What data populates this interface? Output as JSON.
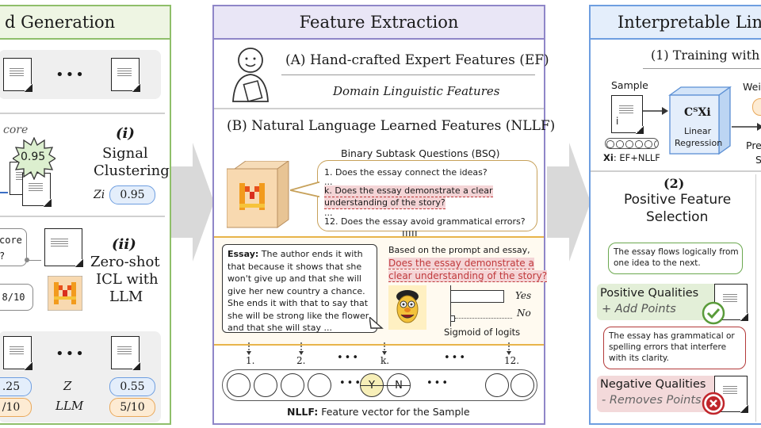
{
  "left": {
    "title": "d Generation",
    "ellipsis": "•••",
    "core_label": "core",
    "score_value": "0.95",
    "i_label": "(i)",
    "i_name_line1": "Signal",
    "i_name_line2": "Clustering",
    "zi_label": "Zi",
    "zi_value": "0.95",
    "prompt_line1": "core",
    "prompt_line2": "?",
    "ten_value": "8/10",
    "ii_label": "(ii)",
    "ii_name_line1": "Zero-shot",
    "ii_name_line2": "ICL with",
    "ii_name_line3": "LLM",
    "bottom_ellipsis": "•••",
    "val1": ".25",
    "val2": "0.55",
    "grade1": "/10",
    "grade2": "5/10",
    "z_label": "Z",
    "llm_label": "LLM"
  },
  "middle": {
    "title": "Feature Extraction",
    "ef_title": "(A) Hand-crafted Expert Features (EF)",
    "ef_subtitle": "Domain Linguistic Features",
    "nllf_title": "(B) Natural Language Learned Features (NLLF)",
    "bsq_title": "Binary Subtask Questions (BSQ)",
    "q1": "1. Does the essay connect the ideas?",
    "dots1": "...",
    "qk_line1": "k. Does the essay demonstrate a clear",
    "qk_line2": "understanding of the story?",
    "dots2": "...",
    "q12": "12. Does the essay avoid grammatical errors?",
    "essay_label": "Essay:",
    "essay_lines": [
      " The author ends it with",
      "that because it shows that she",
      "won't give up and that she will",
      "give her new country a chance.",
      "She ends it with that to say that",
      "she will be strong like the flower",
      "and that she will stay ..."
    ],
    "prompt_intro": "Based on the prompt and essay,",
    "prompt_q1": "Does the essay demonstrate a",
    "prompt_q2": "clear understanding of the story?",
    "yes_label": "Yes",
    "no_label": "No",
    "sigmoid_label": "Sigmoid of logits",
    "idx": [
      "1.",
      "2.",
      "k.",
      "12."
    ],
    "idx_ellipsis": "•••",
    "y_label": "Y",
    "n_label": "N",
    "vector_bold": "NLLF:",
    "vector_rest": " Feature vector for the Sample"
  },
  "right": {
    "title": "Interpretable Line",
    "s1_title": "(1) Training with",
    "sample_label": "Sample",
    "i_label": "i",
    "x_label": "Xi",
    "x_desc": ": EF+NLLF",
    "formula": "CᵀXi",
    "lr_line1": "Linear",
    "lr_line2": "Regression",
    "wei": "Wei",
    "pre": "Pre",
    "s_cut": "S",
    "s2_num": "(2)",
    "s2_line1": "Positive Feature",
    "s2_line2": "Selection",
    "pos_bubble_line1": "The essay flows logically from",
    "pos_bubble_line2": "one idea to the next.",
    "pos_title": "Positive Qualities",
    "pos_sub": "+ Add Points",
    "neg_bubble_line1": "The essay has grammatical or",
    "neg_bubble_line2": "spelling errors that interfere",
    "neg_bubble_line3": "with its clarity.",
    "neg_title": "Negative Qualities",
    "neg_sub": "- Removes Points"
  },
  "colors": {
    "green": "#8fbf6a",
    "green_bg": "#eef5e3",
    "purple": "#8f86c8",
    "purple_bg": "#e9e6f6",
    "blue": "#6e9ee0",
    "blue_bg": "#e4eefb",
    "pink_hl": "#f4d4d6",
    "orange_pill": "#e9a85a"
  }
}
